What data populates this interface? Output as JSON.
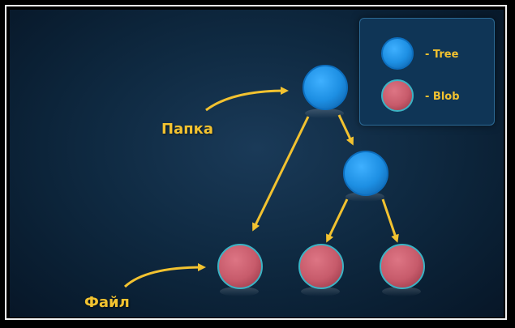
{
  "labels": {
    "folder": "Папка",
    "file": "Файл"
  },
  "legend": {
    "tree": "- Tree",
    "blob": "- Blob"
  },
  "colors": {
    "tree_fill": "#1d8fe3",
    "tree_stroke": "#0d6fbf",
    "blob_fill": "#c75b6b",
    "blob_stroke": "#3bb3c4",
    "arrow": "#f2c230",
    "label_text": "#f2c230"
  },
  "nodes": [
    {
      "id": "root-tree",
      "kind": "tree"
    },
    {
      "id": "sub-tree",
      "kind": "tree"
    },
    {
      "id": "blob-1",
      "kind": "blob"
    },
    {
      "id": "blob-2",
      "kind": "blob"
    },
    {
      "id": "blob-3",
      "kind": "blob"
    }
  ],
  "edges": [
    {
      "from": "root-tree",
      "to": "sub-tree"
    },
    {
      "from": "root-tree",
      "to": "blob-1"
    },
    {
      "from": "sub-tree",
      "to": "blob-2"
    },
    {
      "from": "sub-tree",
      "to": "blob-3"
    }
  ]
}
